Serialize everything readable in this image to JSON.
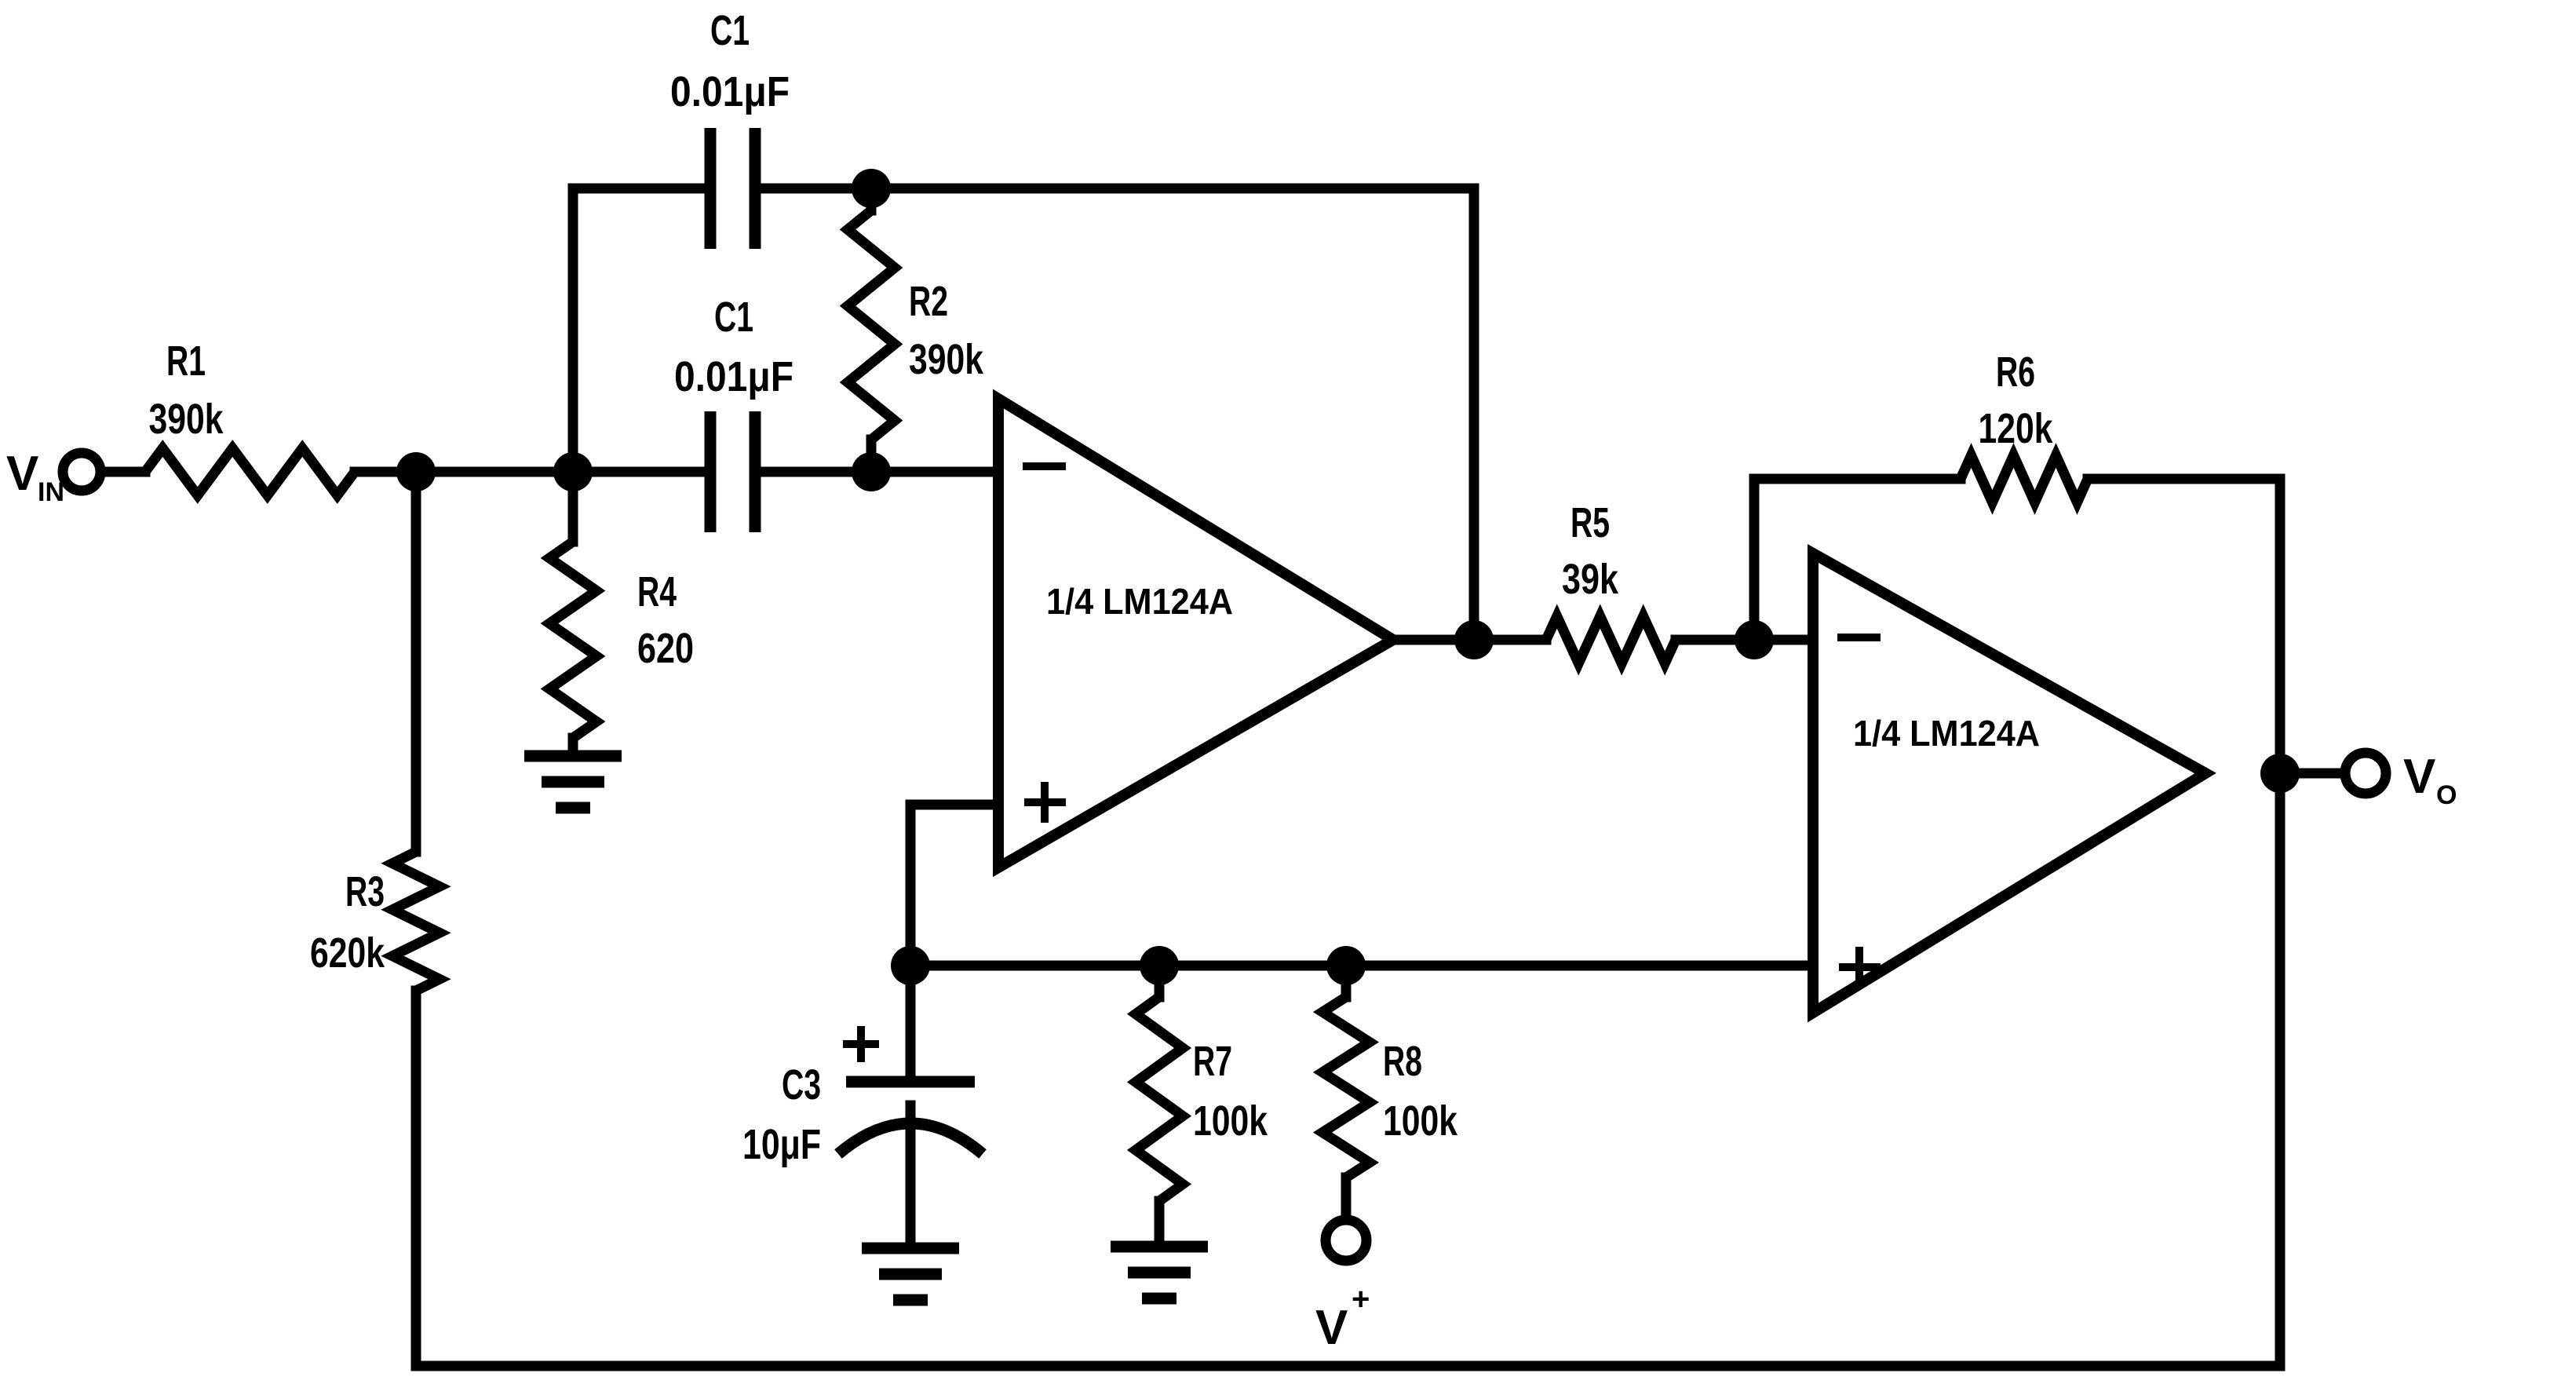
{
  "schematic": {
    "components": {
      "c1_top": {
        "name": "C1",
        "value": "0.01μF"
      },
      "c1_series": {
        "name": "C1",
        "value": "0.01μF"
      },
      "r1": {
        "name": "R1",
        "value": "390k"
      },
      "r2": {
        "name": "R2",
        "value": "390k"
      },
      "r3": {
        "name": "R3",
        "value": "620k"
      },
      "r4": {
        "name": "R4",
        "value": "620"
      },
      "r5": {
        "name": "R5",
        "value": "39k"
      },
      "r6": {
        "name": "R6",
        "value": "120k"
      },
      "r7": {
        "name": "R7",
        "value": "100k"
      },
      "r8": {
        "name": "R8",
        "value": "100k"
      },
      "c3": {
        "name": "C3",
        "value": "10μF"
      }
    },
    "opamps": {
      "a1": {
        "label": "1/4 LM124A"
      },
      "a2": {
        "label": "1/4 LM124A"
      }
    },
    "terminals": {
      "vin": {
        "letter": "V",
        "sub": "IN"
      },
      "vout": {
        "letter": "V",
        "sub": "O"
      },
      "vplus": {
        "letter": "V",
        "sup": "+"
      }
    },
    "colors": {
      "ink": "#000000",
      "background": "#ffffff"
    }
  }
}
